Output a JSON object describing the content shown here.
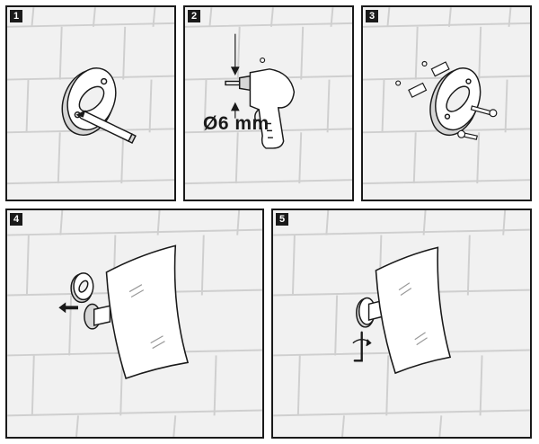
{
  "steps": [
    {
      "number": "1"
    },
    {
      "number": "2",
      "dimension": "Ø6 mm"
    },
    {
      "number": "3"
    },
    {
      "number": "4"
    },
    {
      "number": "5"
    }
  ],
  "colors": {
    "tile": "#f1f1f1",
    "grout": "#cfcfcf",
    "line": "#1a1a1a",
    "part": "#ffffff",
    "shadow": "#d6d6d6"
  }
}
